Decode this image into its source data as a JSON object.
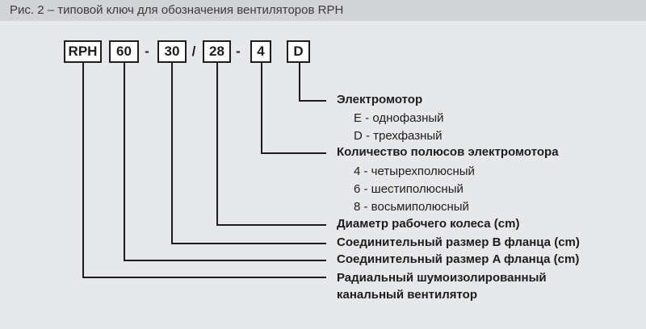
{
  "figure": {
    "caption": "Рис. 2 – типовой ключ для обозначения вентиляторов RPH"
  },
  "code": {
    "segments": [
      "RPH",
      "60",
      "30",
      "28",
      "4",
      "D"
    ],
    "separators": [
      "-",
      "/",
      "-"
    ]
  },
  "legend": {
    "motor_title": "Электромотор",
    "motor_option_e": "E - однофазный",
    "motor_option_d": "D - трехфазный",
    "poles_title": "Количество полюсов электромотора",
    "poles_option_4": "4 - четырехполюсный",
    "poles_option_6": "6 - шестиполюсный",
    "poles_option_8": "8 - восьмиполюсный",
    "impeller_diameter": "Диаметр рабочего колеса (cm)",
    "flange_b": "Соединительный размер B фланца (cm)",
    "flange_a": "Соединительный размер A фланца (cm)",
    "fan_type_line1": "Радиальный шумоизолированный",
    "fan_type_line2": "канальный вентилятор"
  },
  "colors": {
    "page_background": "#e7e8e9",
    "caption_bar_background": "#d2d3d5",
    "line": "#1d1d1f",
    "box_background": "#ffffff"
  }
}
